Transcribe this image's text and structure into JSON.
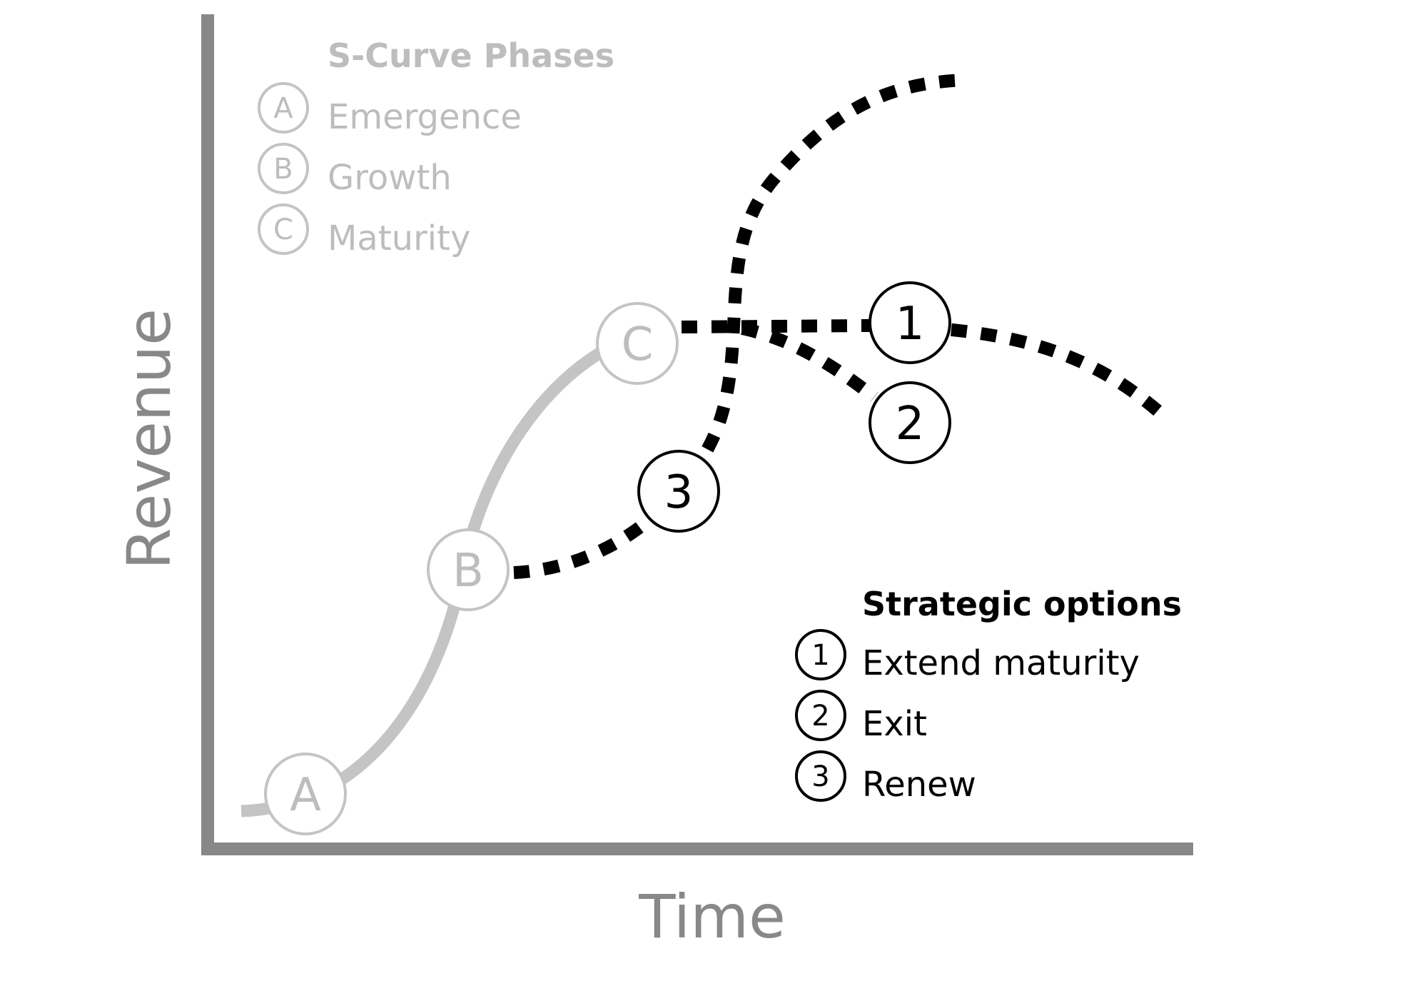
{
  "axes": {
    "x_label": "Time",
    "y_label": "Revenue"
  },
  "phases": {
    "heading": "S-Curve Phases",
    "items": [
      {
        "marker": "A",
        "label": "Emergence"
      },
      {
        "marker": "B",
        "label": "Growth"
      },
      {
        "marker": "C",
        "label": "Maturity"
      }
    ]
  },
  "options": {
    "heading": "Strategic options",
    "items": [
      {
        "marker": "1",
        "label": "Extend maturity"
      },
      {
        "marker": "2",
        "label": "Exit"
      },
      {
        "marker": "3",
        "label": "Renew"
      }
    ]
  },
  "colors": {
    "axis": "#888888",
    "phase_curve": "#c4c4c4",
    "phase_text": "#bdbdbd",
    "option_curve": "#000000"
  }
}
